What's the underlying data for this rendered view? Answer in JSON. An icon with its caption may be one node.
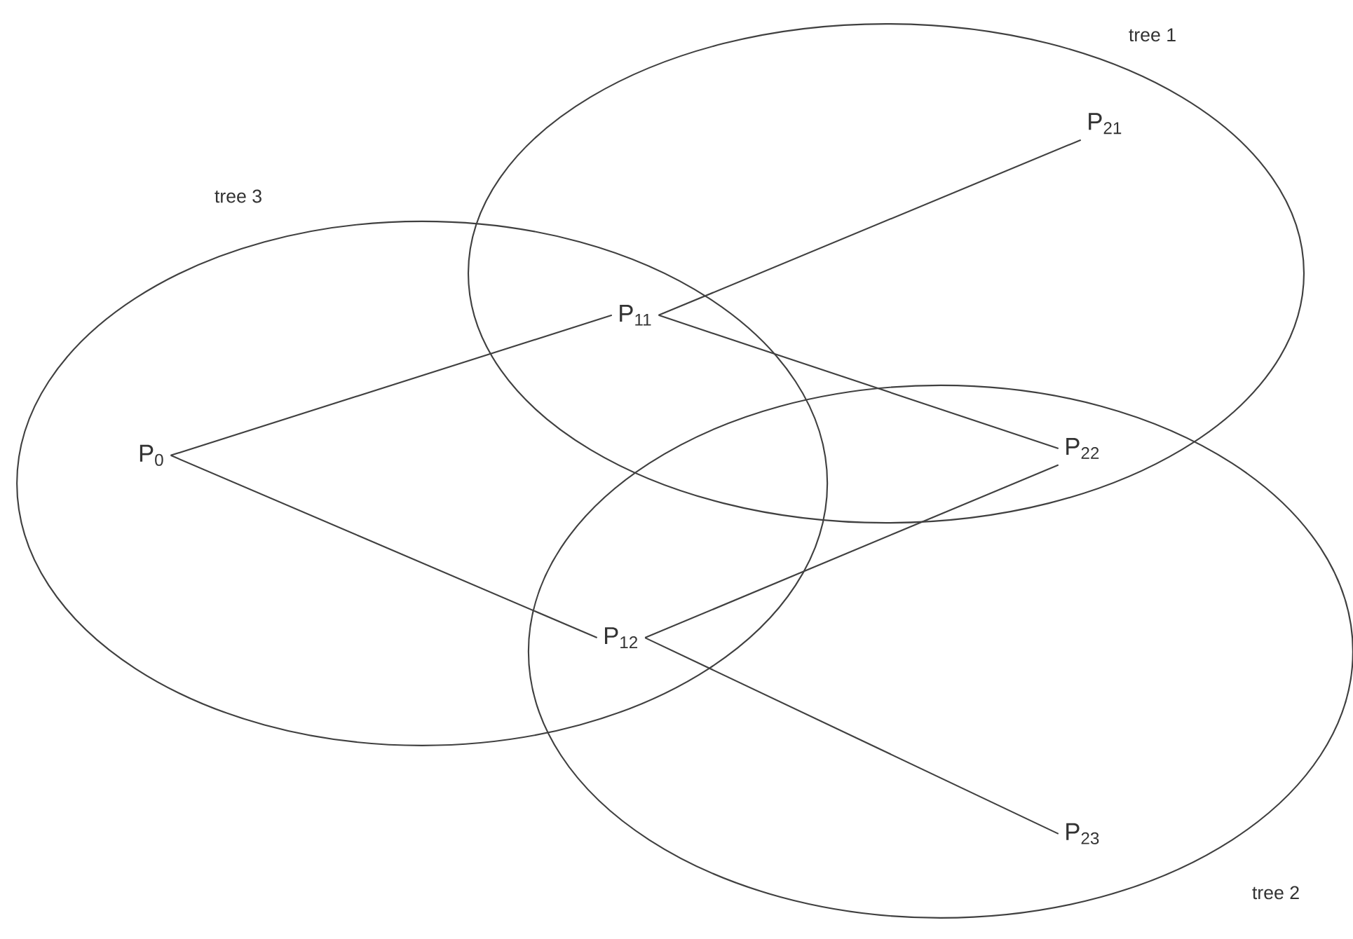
{
  "diagram": {
    "nodes": [
      {
        "text": [
          "tree 1"
        ]
      },
      {
        "text": [
          "tree 3"
        ]
      },
      {
        "text": [
          "tree 2"
        ]
      },
      {
        "text": [
          "P$_{21}$"
        ],
        "in": 0
      },
      {
        "text": [
          "P$_{11}$"
        ]
      },
      {
        "text": [
          "P$_{0}$"
        ],
        "in": 1
      },
      {
        "text": [
          "P$_{22}$"
        ]
      },
      {
        "text": [
          "P$_{12}$"
        ]
      },
      {
        "text": [
          "P$_{23}$"
        ],
        "in": 2
      }
    ],
    "edges": [
      {
        "from": 5,
        "to": 4,
        "arrow": "none"
      },
      {
        "from": 5,
        "to": 7,
        "arrow": "none"
      },
      {
        "from": 4,
        "to": 3,
        "arrow": "none"
      },
      {
        "from": 4,
        "to": 6,
        "arrow": "none"
      },
      {
        "from": 7,
        "to": 6,
        "arrow": "none"
      },
      {
        "from": 7,
        "to": 8,
        "arrow": "none"
      }
    ]
  }
}
